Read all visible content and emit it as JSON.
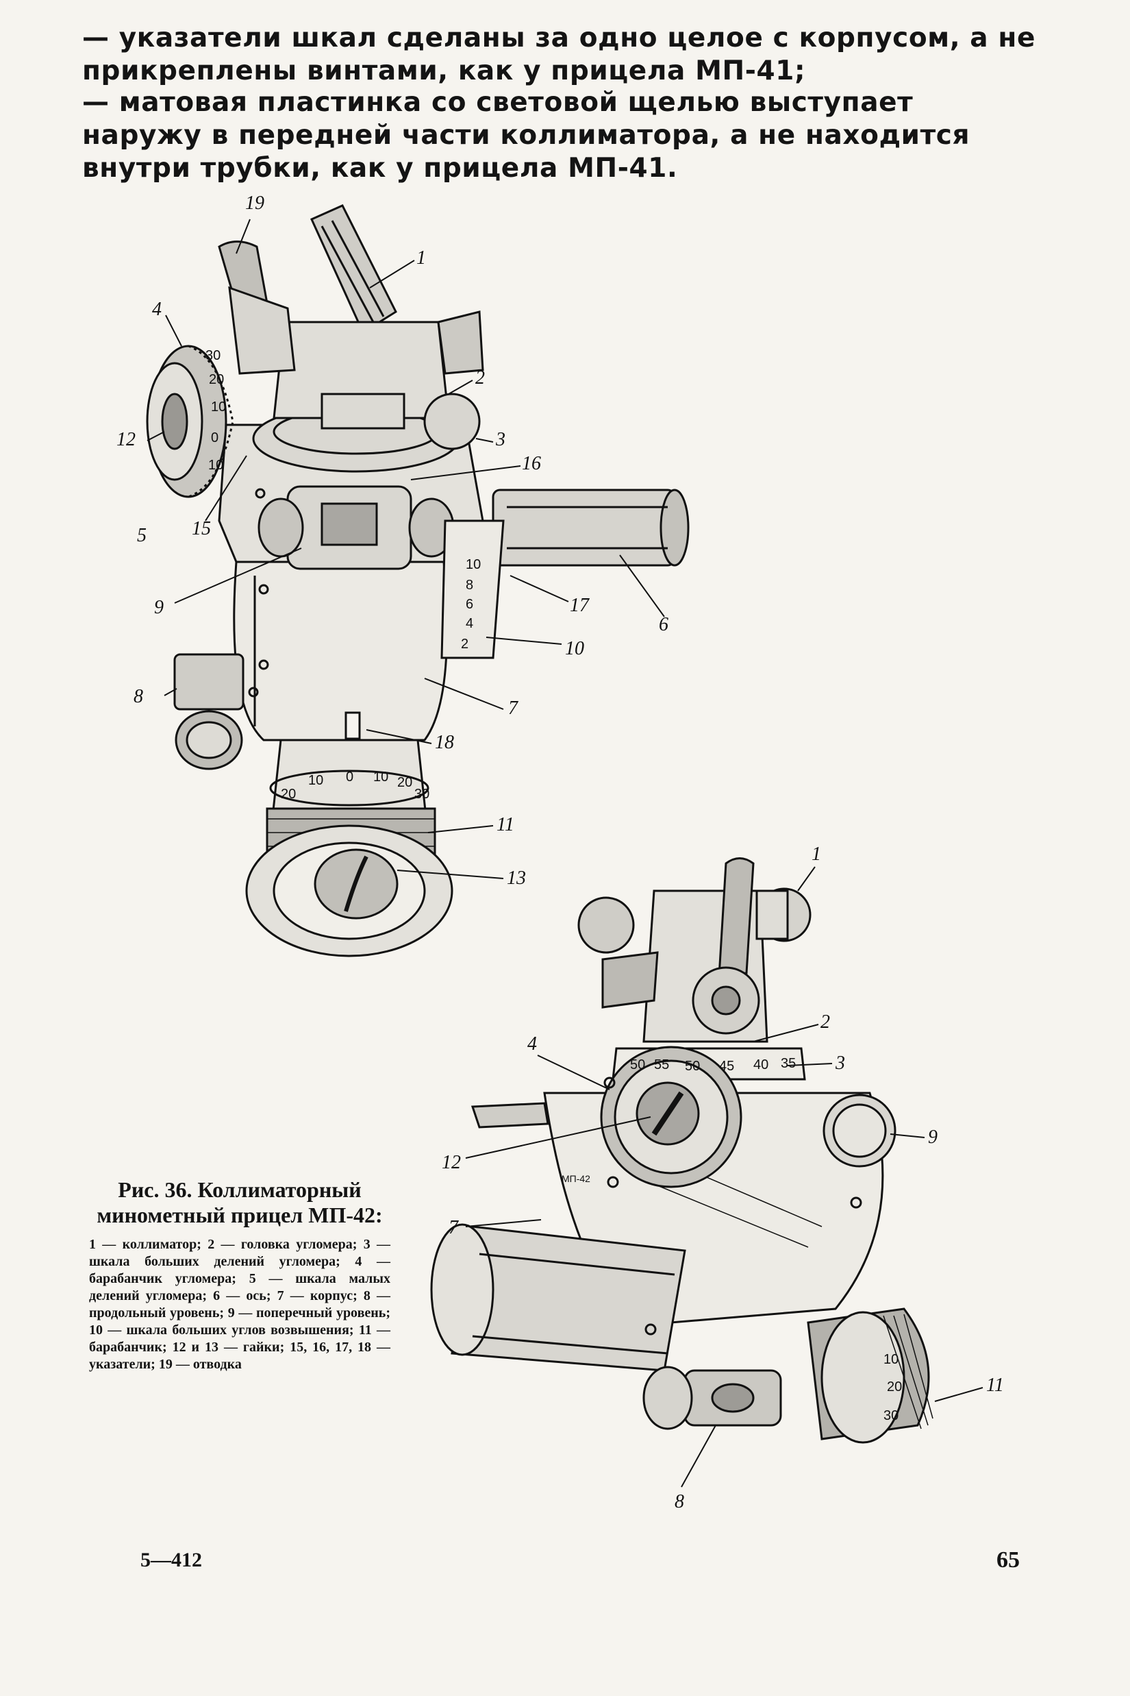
{
  "body_text": {
    "paragraph_1": "— указатели шкал сделаны за одно целое с корпусом, а не прикреплены винтами, как у прицела МП-41;",
    "paragraph_2": "— матовая пластинка со световой щелью выступает наружу в передней части коллиматора, а не находится внутри трубки, как у прицела МП-41."
  },
  "figure_top": {
    "callouts": [
      "19",
      "1",
      "4",
      "2",
      "12",
      "3",
      "16",
      "5",
      "15",
      "9",
      "17",
      "6",
      "10",
      "8",
      "7",
      "18",
      "11",
      "13"
    ],
    "elevation_scale_marks": [
      "10",
      "8",
      "6",
      "4",
      "2"
    ],
    "drum_scale_marks": [
      "20",
      "10",
      "0",
      "10",
      "20",
      "30"
    ],
    "head_scale_marks": [
      "30",
      "20",
      "10",
      "0",
      "10"
    ]
  },
  "figure_bottom": {
    "callouts": [
      "1",
      "2",
      "3",
      "4",
      "9",
      "12",
      "7",
      "11",
      "8"
    ],
    "ring_scale_marks": [
      "50",
      "55",
      "50",
      "45",
      "40",
      "35"
    ],
    "drum_scale_marks": [
      "10",
      "20",
      "30"
    ],
    "body_marking": "МП-42"
  },
  "caption": {
    "title": "Рис. 36. Коллиматорный минометный прицел МП-42:",
    "legend": "1 — коллиматор; 2 — головка угломера; 3 — шкала больших делений угломера; 4 — барабанчик угломера; 5 — шкала малых делений угломера; 6 — ось; 7 — корпус; 8 — продольный уровень; 9 — поперечный уровень; 10 — шкала больших углов возвышения; 11 — барабанчик; 12 и 13 — гайки; 15, 16, 17, 18 — указатели; 19 — отводка"
  },
  "footer": {
    "signature": "5—412",
    "page_number": "65"
  }
}
